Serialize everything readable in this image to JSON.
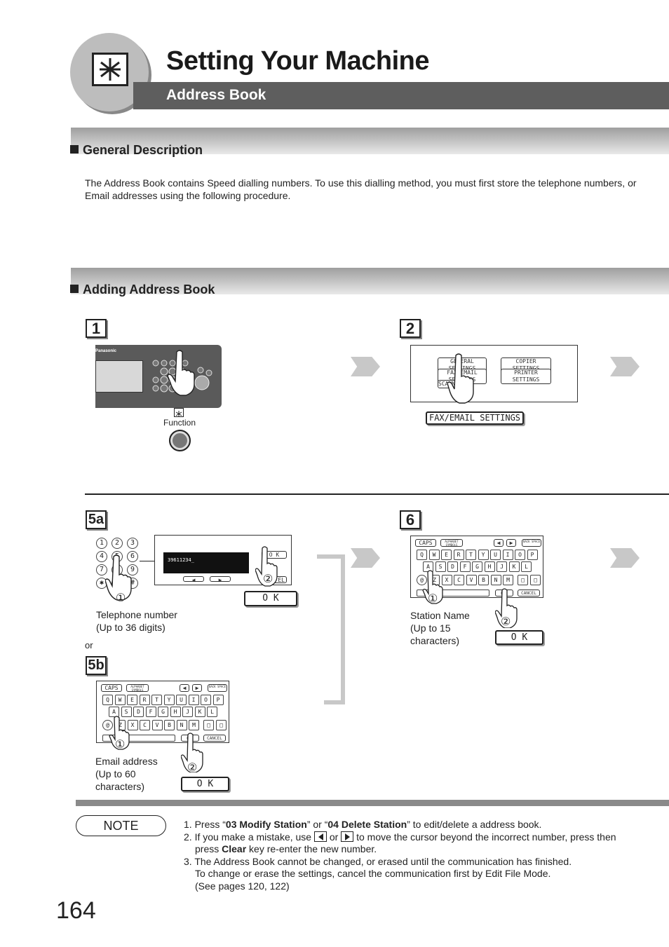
{
  "header": {
    "title": "Setting Your Machine",
    "subtitle": "Address Book",
    "icon": "asterisk-icon"
  },
  "general": {
    "heading": "General Description",
    "text": "The Address Book contains Speed dialling numbers. To use this dialling method, you must first store the telephone numbers, or Email addresses using the following procedure."
  },
  "adding": {
    "heading": "Adding Address Book"
  },
  "steps": {
    "s1": {
      "label": "1",
      "key_label": "Function",
      "brand": "Panasonic"
    },
    "s2": {
      "label": "2",
      "menu": [
        "GENERAL SETTINGS",
        "COPIER SETTINGS",
        "FAX/EMAIL SETTINGS",
        "PRINTER SETTINGS",
        "SCANNER SETTINGS"
      ],
      "selected": "FAX/EMAIL SETTINGS"
    },
    "s5a": {
      "label": "5a",
      "display_value": "39611234_",
      "ok": "O K",
      "cancel": "EL",
      "keypad": [
        "1",
        "2",
        "3",
        "4",
        "5",
        "6",
        "7",
        "8",
        "9",
        "✱",
        "0",
        "#"
      ],
      "caption1": "Telephone number",
      "caption2": "(Up to 36 digits)",
      "or": "or"
    },
    "s5b": {
      "label": "5b",
      "caption1": "Email address",
      "caption2": "(Up to 60",
      "caption3": "characters)",
      "ok": "O K"
    },
    "s6": {
      "label": "6",
      "caption1": "Station Name",
      "caption2": "(Up to 15",
      "caption3": "characters)",
      "ok": "O K"
    },
    "keyboard": {
      "caps": "CAPS",
      "alnum": "ALPHABET SYMBOLS",
      "back_space": "BACK SPACE",
      "cancel": "CANCEL",
      "ok": "OK",
      "row1": [
        "Q",
        "W",
        "E",
        "R",
        "T",
        "Y",
        "U",
        "I",
        "O",
        "P"
      ],
      "row2": [
        "A",
        "S",
        "D",
        "F",
        "G",
        "H",
        "J",
        "K",
        "L"
      ],
      "row3": [
        "Z",
        "X",
        "C",
        "V",
        "B",
        "N",
        "M"
      ]
    },
    "marks": {
      "one": "①",
      "two": "②"
    }
  },
  "note": {
    "label": "NOTE",
    "n1_a": "1. Press “",
    "n1_b": "03 Modify Station",
    "n1_c": "” or “",
    "n1_d": "04 Delete Station",
    "n1_e": "” to edit/delete a address book.",
    "n2_a": "2. If you make a mistake,  use",
    "n2_b": "or",
    "n2_c": "to  move the cursor beyond the incorrect number, press  then",
    "n2_d": "press",
    "n2_e": "Clear",
    "n2_f": "key re-enter the new number.",
    "n3_a": "3. The Address Book cannot be changed, or erased until the communication has finished.",
    "n3_b": "To change or erase the settings, cancel the communication first by Edit File Mode.",
    "n3_c": "(See pages 120, 122)"
  },
  "page_number": "164"
}
